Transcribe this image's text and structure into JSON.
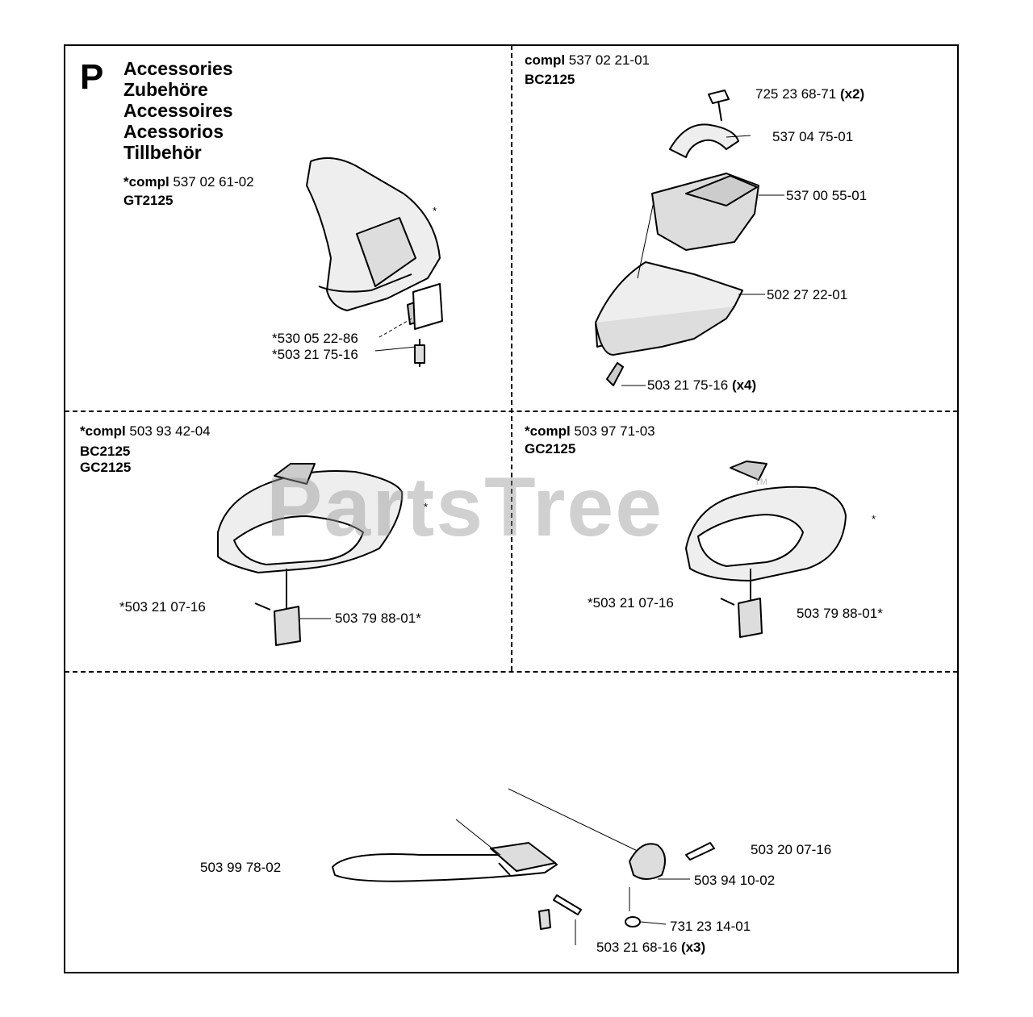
{
  "section_letter": "P",
  "titles": [
    "Accessories",
    "Zubehöre",
    "Accessoires",
    "Acessorios",
    "Tillbehör"
  ],
  "panel_gt": {
    "compl_prefix": "*compl",
    "compl_number": "537 02 61-02",
    "model": "GT2125",
    "star": "*",
    "parts": [
      "*530 05 22-86",
      "*503 21 75-16"
    ]
  },
  "panel_bc_kit": {
    "compl_prefix": "compl",
    "compl_number": "537 02 21-01",
    "model": "BC2125",
    "parts": [
      {
        "number": "725 23 68-71",
        "qty": "(x2)"
      },
      {
        "number": "537 04 75-01",
        "qty": ""
      },
      {
        "number": "537 00 55-01",
        "qty": ""
      },
      {
        "number": "502 27 22-01",
        "qty": ""
      },
      {
        "number": "503 21 75-16",
        "qty": "(x4)"
      }
    ]
  },
  "panel_bc_gc": {
    "compl_prefix": "*compl",
    "compl_number": "503 93 42-04",
    "models": [
      "BC2125",
      "GC2125"
    ],
    "star": "*",
    "parts": [
      "*503 21 07-16",
      "503 79 88-01*"
    ]
  },
  "panel_gc": {
    "compl_prefix": "*compl",
    "compl_number": "503 97 71-03",
    "model": "GC2125",
    "star": "*",
    "parts": [
      "*503 21 07-16",
      "503 79 88-01*"
    ]
  },
  "panel_handle": {
    "parts": [
      {
        "number": "503 99 78-02",
        "qty": ""
      },
      {
        "number": "503 20 07-16",
        "qty": ""
      },
      {
        "number": "503 94 10-02",
        "qty": ""
      },
      {
        "number": "731 23 14-01",
        "qty": ""
      },
      {
        "number": "503 21 68-16",
        "qty": "(x3)"
      }
    ]
  },
  "watermark": "PartsTree",
  "watermark_tm": "TM"
}
